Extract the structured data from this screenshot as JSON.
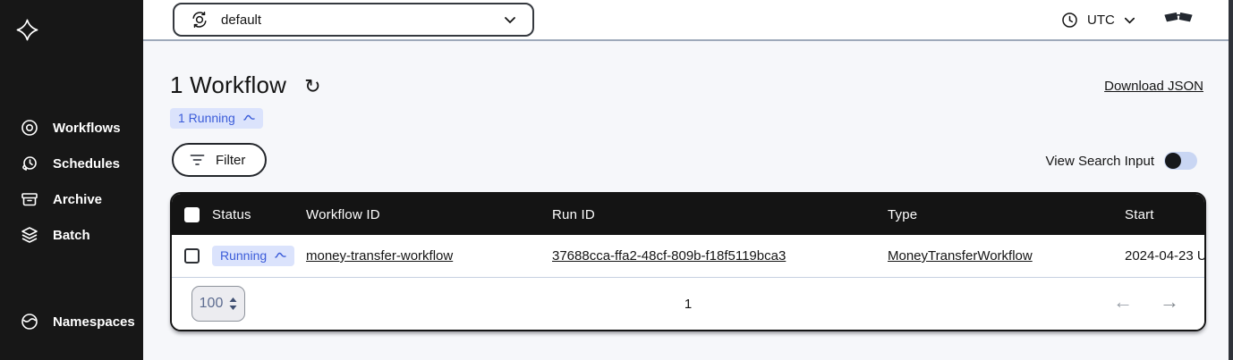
{
  "colors": {
    "accent_blue": "#3b5cd9",
    "badge_bg": "#dbe3fc",
    "sidebar_bg": "#171717",
    "table_header_bg": "#141414",
    "toggle_track": "#c9d6f3"
  },
  "sidebar": {
    "items": [
      {
        "label": "Workflows",
        "icon": "workflows-icon"
      },
      {
        "label": "Schedules",
        "icon": "schedules-icon"
      },
      {
        "label": "Archive",
        "icon": "archive-icon"
      },
      {
        "label": "Batch",
        "icon": "batch-icon"
      }
    ],
    "bottom_item": {
      "label": "Namespaces",
      "icon": "namespaces-icon"
    }
  },
  "topbar": {
    "namespace_value": "default",
    "timezone_label": "UTC"
  },
  "main": {
    "title": "1 Workflow",
    "download_json_label": "Download JSON",
    "running_summary": "1 Running",
    "filter_label": "Filter",
    "view_search_input_label": "View Search Input"
  },
  "table": {
    "columns": [
      "Status",
      "Workflow ID",
      "Run ID",
      "Type",
      "Start"
    ],
    "rows": [
      {
        "status": "Running",
        "workflow_id": "money-transfer-workflow",
        "run_id": "37688cca-ffa2-48cf-809b-f18f5119bca3",
        "type": "MoneyTransferWorkflow",
        "start": "2024-04-23 U"
      }
    ],
    "pagination": {
      "page_size": "100",
      "current_page": "1"
    }
  }
}
